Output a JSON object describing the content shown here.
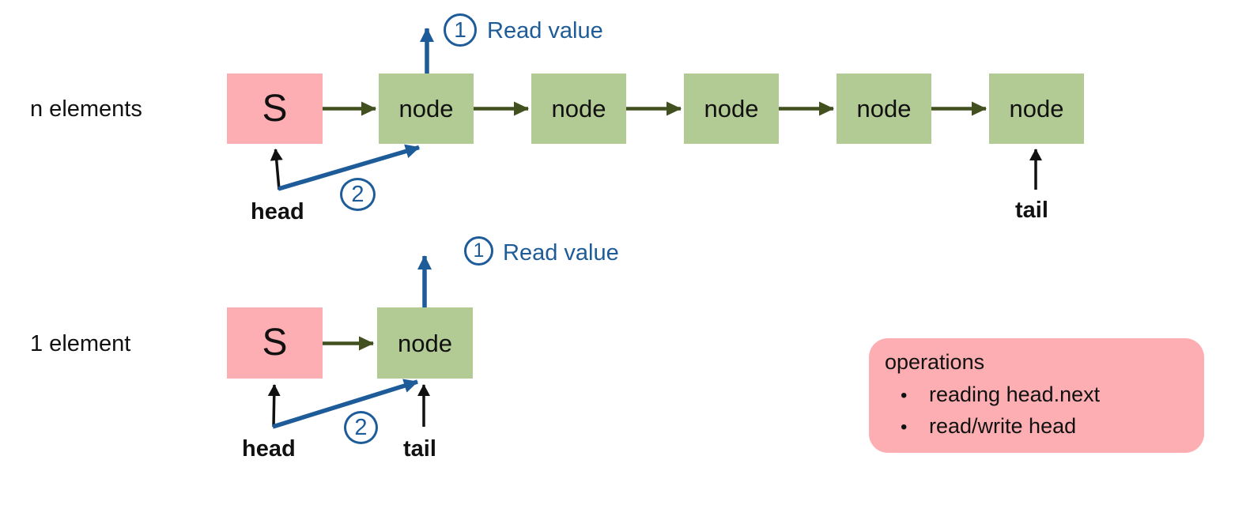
{
  "colors": {
    "sentinel_fill": "#fdaeb2",
    "node_fill": "#b2ca94",
    "next_arrow": "#41501e",
    "pointer_arrow": "#111111",
    "annotation_blue": "#1e5c99",
    "panel_fill": "#fdaeb2",
    "background": "#ffffff"
  },
  "rows": [
    {
      "label": "n elements",
      "sentinel": "S",
      "nodes": [
        "node",
        "node",
        "node",
        "node",
        "node"
      ],
      "head": "head",
      "tail": "tail",
      "steps": {
        "one": "1",
        "one_label": "Read value",
        "two": "2"
      }
    },
    {
      "label": "1 element",
      "sentinel": "S",
      "nodes": [
        "node"
      ],
      "head": "head",
      "tail": "tail",
      "steps": {
        "one": "1",
        "one_label": "Read value",
        "two": "2"
      }
    }
  ],
  "operations": {
    "title": "operations",
    "bullet": "•",
    "items": [
      "reading head.next",
      "read/write head"
    ]
  }
}
